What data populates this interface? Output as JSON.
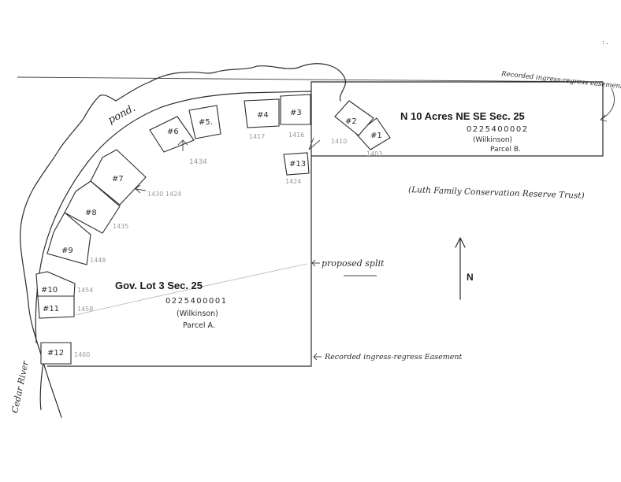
{
  "labels": {
    "pond": "pond.",
    "river": "Cedar River",
    "easement_top": "Recorded ingress-regress easement",
    "easement_bottom": "Recorded ingress-regress Easement",
    "proposed_split": "proposed split",
    "north": "N",
    "trust": "(Luth Family Conservation Reserve Trust)",
    "corner_mark": ": ."
  },
  "parcels": {
    "north_acres": {
      "title": "N 10 Acres NE SE Sec. 25",
      "number": "0225400002",
      "owner": "(Wilkinson)",
      "parcel": "Parcel B."
    },
    "gov_lot": {
      "title": "Gov. Lot 3 Sec. 25",
      "number": "0225400001",
      "owner": "(Wilkinson)",
      "parcel": "Parcel A."
    }
  },
  "lots": [
    {
      "id": "1",
      "label": "#1",
      "addr": "1403"
    },
    {
      "id": "2",
      "label": "#2",
      "addr": "1410"
    },
    {
      "id": "3",
      "label": "#3",
      "addr": "1416"
    },
    {
      "id": "4",
      "label": "#4",
      "addr": "1417"
    },
    {
      "id": "5",
      "label": "#5.",
      "addr": ""
    },
    {
      "id": "6",
      "label": "#6",
      "addr": "1434"
    },
    {
      "id": "7",
      "label": "#7",
      "addr": "1430 1424"
    },
    {
      "id": "8",
      "label": "#8",
      "addr": "1435"
    },
    {
      "id": "9",
      "label": "#9",
      "addr": "1448"
    },
    {
      "id": "10",
      "label": "#10",
      "addr": "1454"
    },
    {
      "id": "11",
      "label": "#11",
      "addr": "1458"
    },
    {
      "id": "12",
      "label": "#12",
      "addr": "1460"
    },
    {
      "id": "13",
      "label": "#13",
      "addr": "1424"
    }
  ]
}
